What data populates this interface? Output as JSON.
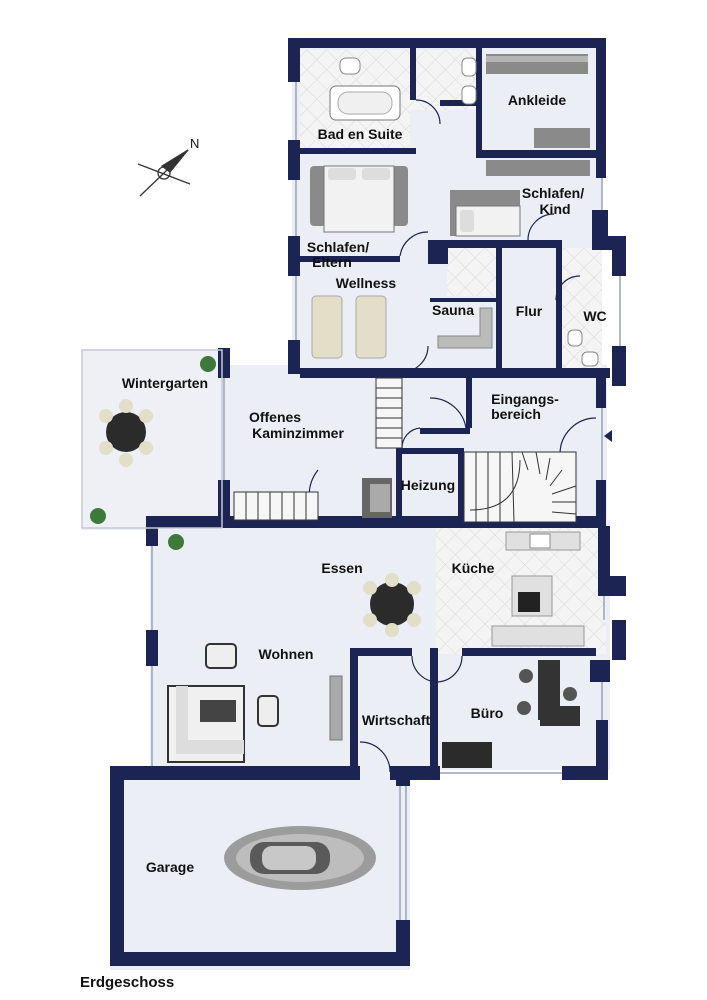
{
  "floor_name": "Erdgeschoss",
  "compass_label": "N",
  "colors": {
    "wall": "#1b2452",
    "floor": "#eceef6",
    "tile": "#f3f3f3",
    "furniture": "#d9d6c8",
    "appliance": "#555555"
  },
  "rooms": {
    "bad": "Bad en Suite",
    "ankleide": "Ankleide",
    "schlafen_kind_1": "Schlafen/",
    "schlafen_kind_2": "Kind",
    "schlafen_eltern_1": "Schlafen/",
    "schlafen_eltern_2": "Eltern",
    "wellness": "Wellness",
    "sauna": "Sauna",
    "flur": "Flur",
    "wc": "WC",
    "wintergarten": "Wintergarten",
    "kaminzimmer_1": "Offenes",
    "kaminzimmer_2": "Kaminzimmer",
    "eingang_1": "Eingangs-",
    "eingang_2": "bereich",
    "heizung": "Heizung",
    "essen": "Essen",
    "kueche": "Küche",
    "wohnen": "Wohnen",
    "wirtschaft": "Wirtschaft",
    "buero": "Büro",
    "garage": "Garage"
  }
}
